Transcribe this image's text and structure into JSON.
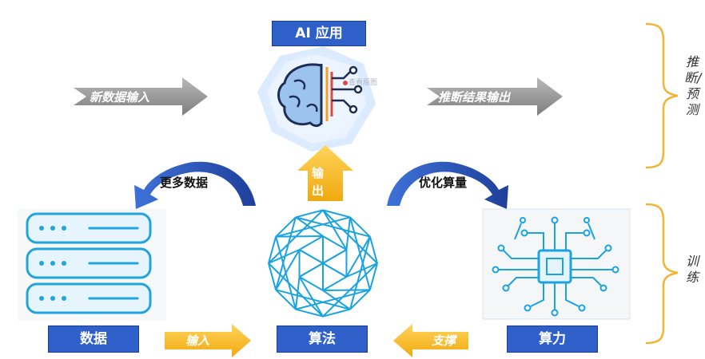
{
  "labels": {
    "ai_app": "AI 应用",
    "data": "数据",
    "algorithm": "算法",
    "compute": "算力"
  },
  "arrows": {
    "new_data_input": "新数据输入",
    "inference_output": "推断结果输出",
    "output": "输出",
    "more_data": "更多数据",
    "optimize_compute": "优化算量",
    "input": "输入",
    "support": "支撑"
  },
  "side": {
    "inference": "推断/预测",
    "training": "训练"
  },
  "watermark": "查看原图",
  "colors": {
    "label_blue": "#2f5fc8",
    "arrow_gray": "#8f8f8f",
    "arrow_yellow": "#f5b21b",
    "curve_blue": "#2c55b8",
    "line_cyan": "#1aa3e0",
    "bracket_gold": "#f2b431"
  },
  "icons": [
    "brain-circuit-icon",
    "server-rack-icon",
    "polyhedron-network-icon",
    "chip-circuit-icon"
  ]
}
